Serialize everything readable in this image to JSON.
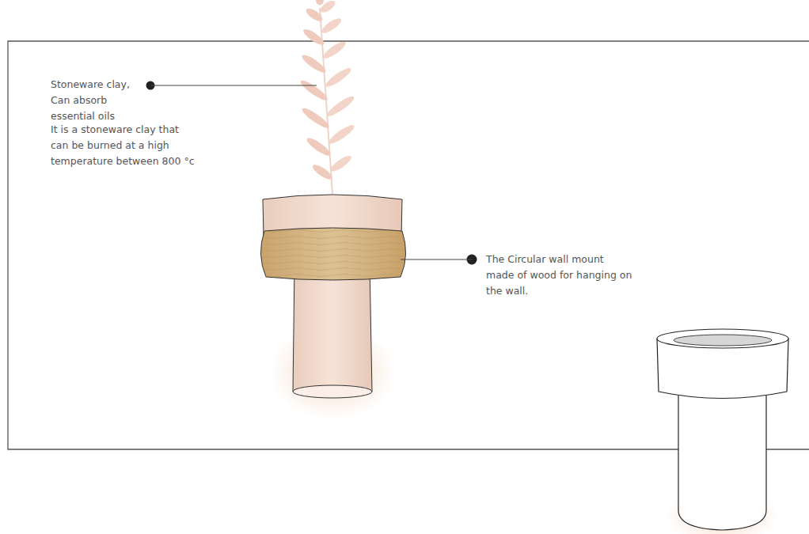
{
  "diagram": {
    "labels": [
      "Stoneware clay, Can absorb essential oils",
      "It is a stoneware clay that can be burned at a high temperature between 800 °c",
      "The Circular wall mount made of wood for hanging on the wall."
    ]
  }
}
